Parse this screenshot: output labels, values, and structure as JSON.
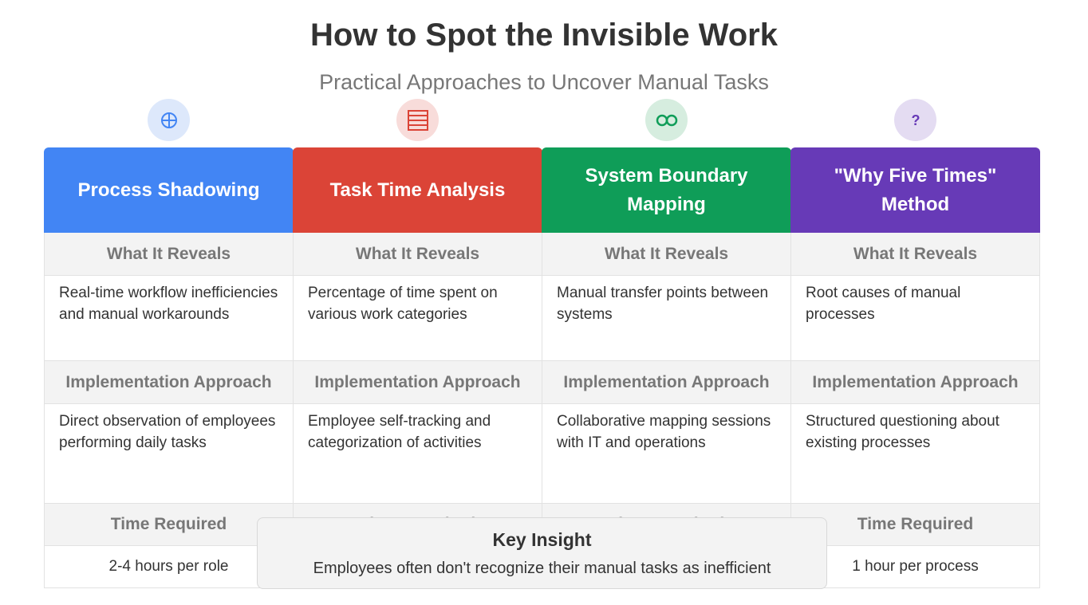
{
  "title": "How to Spot the Invisible Work",
  "subtitle": "Practical Approaches to Uncover Manual Tasks",
  "columns": [
    {
      "icon": "crosshair-plus-icon",
      "color": "#4285f4",
      "icon_bg": "#dde8fb",
      "header": "Process Shadowing",
      "reveals_label": "What It Reveals",
      "reveals_text": "Real-time workflow inefficiencies and manual workarounds",
      "impl_label": "Implementation Approach",
      "impl_text": "Direct observation of employees performing daily tasks",
      "time_label": "Time Required",
      "time_text": "2-4 hours per role"
    },
    {
      "icon": "table-icon",
      "color": "#db4437",
      "icon_bg": "#f8dcda",
      "header": "Task Time Analysis",
      "reveals_label": "What It Reveals",
      "reveals_text": "Percentage of time spent on various work categories",
      "impl_label": "Implementation Approach",
      "impl_text": "Employee self-tracking and categorization of activities",
      "time_label": "Time Required",
      "time_text": ""
    },
    {
      "icon": "infinity-icon",
      "color": "#0f9d58",
      "icon_bg": "#d6eddf",
      "header": "System Boundary Mapping",
      "reveals_label": "What It Reveals",
      "reveals_text": "Manual transfer points between systems",
      "impl_label": "Implementation Approach",
      "impl_text": "Collaborative mapping sessions with IT and operations",
      "time_label": "Time Required",
      "time_text": ""
    },
    {
      "icon": "question-icon",
      "color": "#673ab7",
      "icon_bg": "#e4dcf2",
      "header": "\"Why Five Times\" Method",
      "reveals_label": "What It Reveals",
      "reveals_text": "Root causes of manual processes",
      "impl_label": "Implementation Approach",
      "impl_text": "Structured questioning about existing processes",
      "time_label": "Time Required",
      "time_text": "1 hour per process"
    }
  ],
  "insight": {
    "title": "Key Insight",
    "text": "Employees often don't recognize their manual tasks as inefficient"
  }
}
